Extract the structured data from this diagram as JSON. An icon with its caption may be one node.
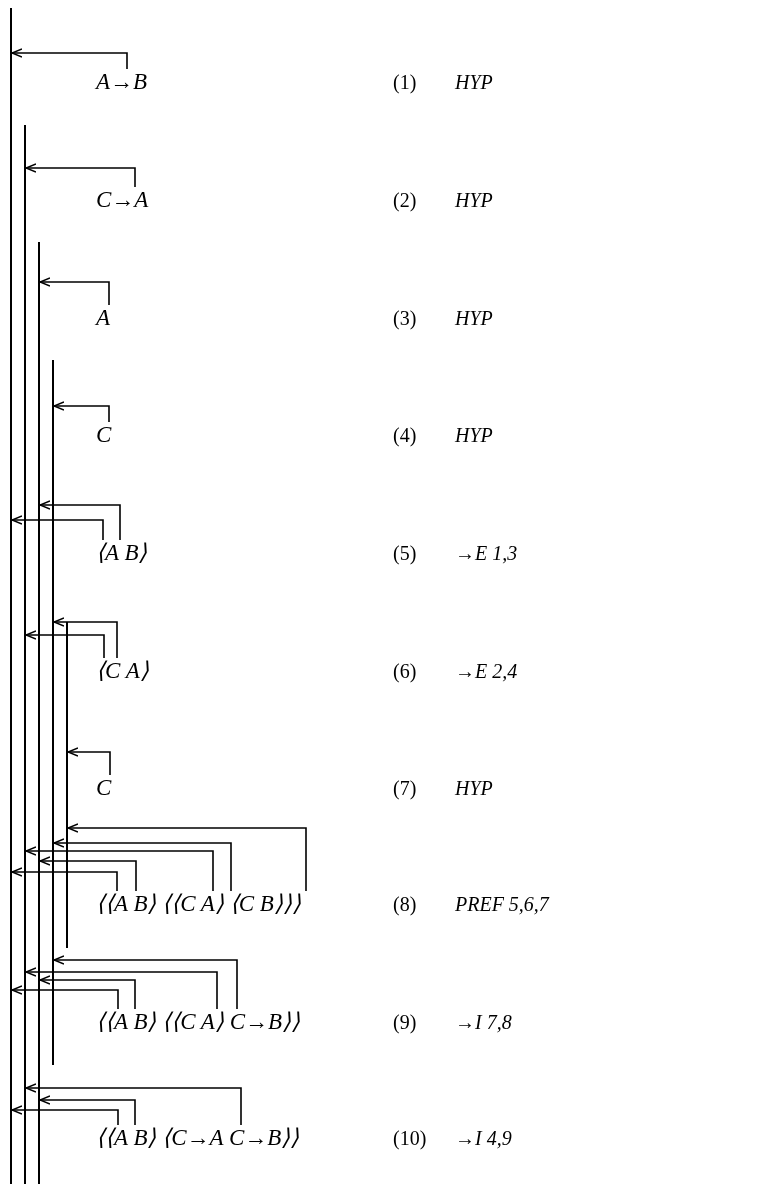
{
  "diagram": {
    "nodes": [
      {
        "text": [],
        "shape": "bar"
      },
      {
        "text": [
          "A→B"
        ],
        "beside": [
          "(1)",
          "HYP"
        ]
      },
      {
        "text": [],
        "shape": "bar"
      },
      {
        "text": [
          "C→A"
        ],
        "beside": [
          "(2)",
          "HYP"
        ]
      },
      {
        "text": [],
        "shape": "bar"
      },
      {
        "text": [
          "A"
        ],
        "beside": [
          "(3)",
          "HYP"
        ]
      },
      {
        "text": [],
        "shape": "bar"
      },
      {
        "text": [
          "C"
        ],
        "beside": [
          "(4)",
          "HYP"
        ]
      },
      {
        "text": [
          "⟨A B⟩"
        ],
        "beside": [
          "(5)",
          "→E 1,3"
        ]
      },
      {
        "text": [
          "⟨C A⟩"
        ],
        "beside": [
          "(6)",
          "→E 2,4"
        ]
      },
      {
        "text": [],
        "shape": "bar"
      },
      {
        "text": [
          "C"
        ],
        "beside": [
          "(7)",
          "HYP"
        ]
      },
      {
        "text": [
          "⟨⟨A B⟩ ⟨⟨C A⟩ ⟨C B⟩⟩⟩"
        ],
        "beside": [
          "(8)",
          "PREF 5,6,7"
        ]
      },
      {
        "text": [
          "⟨⟨A B⟩ ⟨⟨C A⟩ C→B⟩⟩"
        ],
        "beside": [
          "(9)",
          "→I 7,8"
        ]
      },
      {
        "text": [
          "⟨⟨A B⟩ ⟨C→A C→B⟩⟩"
        ],
        "beside": [
          "(10)",
          "→I 4,9"
        ]
      }
    ],
    "edges": [
      {
        "from": 1,
        "to": 0,
        "arrow": "to"
      },
      {
        "from": 3,
        "to": 2,
        "arrow": "to"
      },
      {
        "from": 5,
        "to": 4,
        "arrow": "to"
      },
      {
        "from": 7,
        "to": 6,
        "arrow": "to"
      },
      {
        "from": 8,
        "to": 4,
        "arrow": "to"
      },
      {
        "from": 8,
        "to": 0,
        "arrow": "to"
      },
      {
        "from": 9,
        "to": 6,
        "arrow": "to"
      },
      {
        "from": 9,
        "to": 2,
        "arrow": "to"
      },
      {
        "from": 11,
        "to": 10,
        "arrow": "to"
      },
      {
        "from": 12,
        "to": 10,
        "arrow": "to"
      },
      {
        "from": 12,
        "to": 6,
        "arrow": "to"
      },
      {
        "from": 12,
        "to": 2,
        "arrow": "to"
      },
      {
        "from": 12,
        "to": 4,
        "arrow": "to"
      },
      {
        "from": 12,
        "to": 0,
        "arrow": "to"
      },
      {
        "from": 13,
        "to": 6,
        "arrow": "to"
      },
      {
        "from": 13,
        "to": 2,
        "arrow": "to"
      },
      {
        "from": 13,
        "to": 4,
        "arrow": "to"
      },
      {
        "from": 13,
        "to": 0,
        "arrow": "to"
      },
      {
        "from": 14,
        "to": 2,
        "arrow": "to"
      },
      {
        "from": 14,
        "to": 4,
        "arrow": "to"
      },
      {
        "from": 14,
        "to": 0,
        "arrow": "to"
      }
    ]
  }
}
